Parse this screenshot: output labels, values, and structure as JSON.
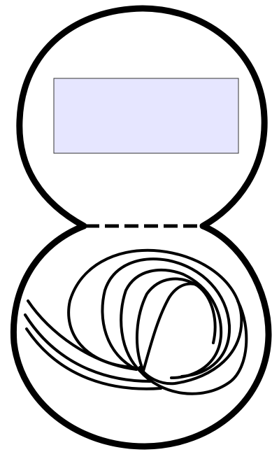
{
  "colors": {
    "background": "#ffffff",
    "outline": "#000000",
    "panel_fill": "#e6e6ff",
    "panel_border": "#333333"
  },
  "upper_lobe": {
    "shape": "circle",
    "panel": {
      "shape": "rectangle",
      "text": ""
    }
  },
  "divider": {
    "style": "dashed"
  },
  "lower_lobe": {
    "shape": "circle",
    "coil": {
      "loop_count": 6,
      "style": "overlapping-loops"
    }
  }
}
